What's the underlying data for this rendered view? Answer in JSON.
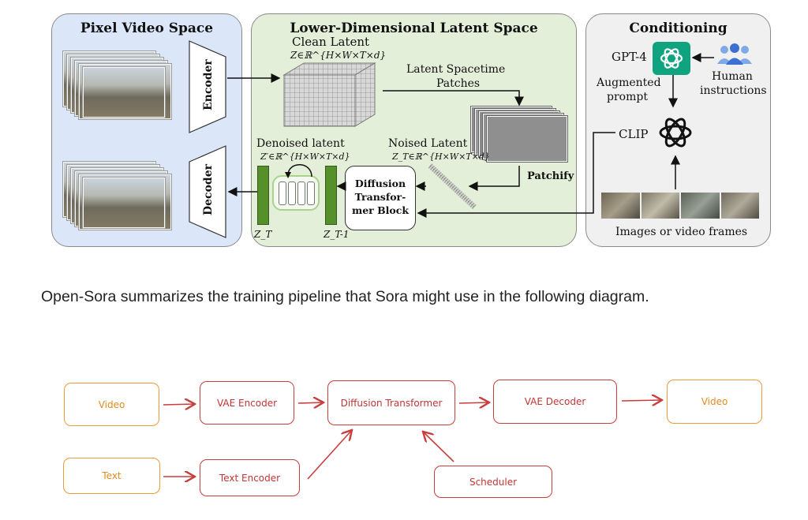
{
  "panels": {
    "pixel": {
      "title": "Pixel Video Space",
      "encoder": "Encoder",
      "decoder": "Decoder"
    },
    "latent": {
      "title": "Lower-Dimensional Latent Space",
      "clean_latent": "Clean Latent",
      "clean_formula": "Z∈ℝ^{H×W×T×d}",
      "patches_label_1": "Latent Spacetime",
      "patches_label_2": "Patches",
      "patchify": "Patchify",
      "noised_latent": "Noised Latent",
      "noised_formula": "Z_T∈ℝ^{H×W×T×d}",
      "denoised_latent": "Denoised latent",
      "denoised_formula": "Z′∈ℝ^{H×W×T×d}",
      "dit_line1": "Diffusion",
      "dit_line2": "Transfor-",
      "dit_line3": "mer Block",
      "z_t": "Z_T",
      "z_t1": "Z_T-1"
    },
    "conditioning": {
      "title": "Conditioning",
      "gpt4": "GPT-4",
      "human_1": "Human",
      "human_2": "instructions",
      "augmented_1": "Augmented",
      "augmented_2": "prompt",
      "clip": "CLIP",
      "frames": "Images or video frames"
    }
  },
  "caption": "Open-Sora summarizes the training pipeline that Sora might use in the following diagram.",
  "flow": {
    "video_in": "Video",
    "vae_encoder": "VAE Encoder",
    "dit": "Diffusion Transformer",
    "vae_decoder": "VAE Decoder",
    "video_out": "Video",
    "text": "Text",
    "text_encoder": "Text Encoder",
    "scheduler": "Scheduler"
  },
  "colors": {
    "pixel_bg": "#dbe6f8",
    "latent_bg": "#e3efd8",
    "cond_bg": "#f0f0f0",
    "orange": "#ed9a3a",
    "red": "#c93d3d",
    "green": "#55902a"
  }
}
